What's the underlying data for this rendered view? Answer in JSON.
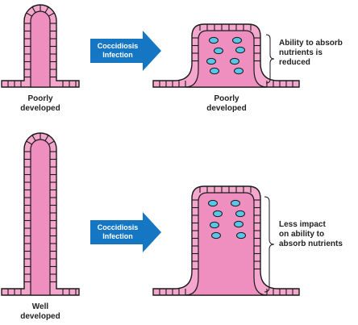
{
  "colors": {
    "villus_fill": "#ef8fbf",
    "cell_fill": "#f4a6cc",
    "outline": "#1a1a1a",
    "arrow": "#1577c4",
    "parasite": "#58c6ea"
  },
  "rows": [
    {
      "before_label": "Poorly\ndeveloped",
      "arrow_text": "Coccidiosis\nInfection",
      "after_label": "Poorly\ndeveloped",
      "note": "Ability to absorb\nnutrients is\nreduced"
    },
    {
      "before_label": "Well\ndeveloped",
      "arrow_text": "Coccidiosis\nInfection",
      "after_label": "",
      "note": "Less impact\non ability to\nabsorb nutrients"
    }
  ]
}
